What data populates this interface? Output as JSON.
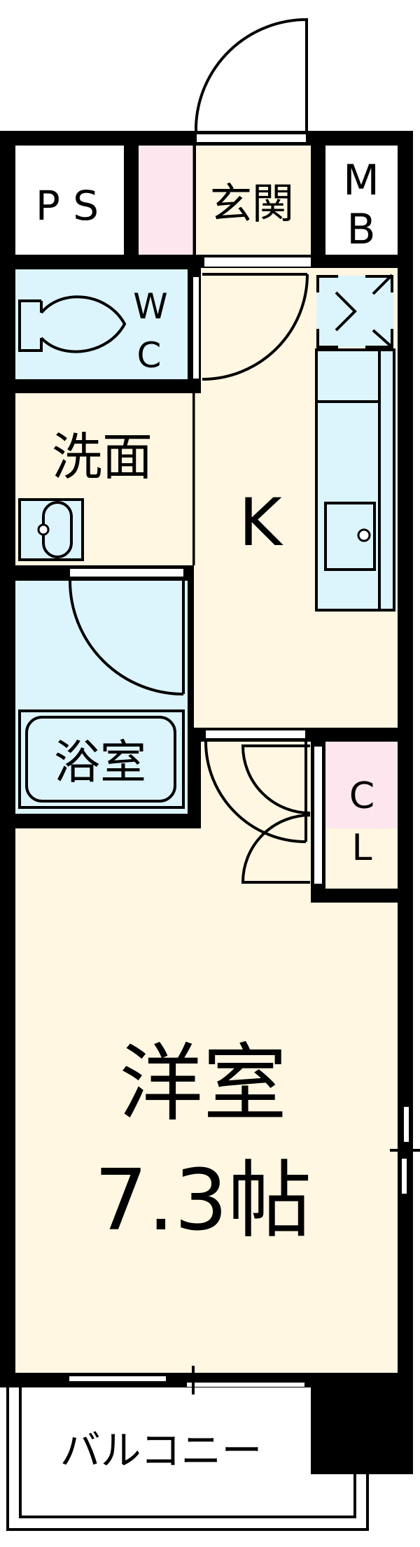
{
  "plan": {
    "type": "1K floor plan",
    "colors": {
      "wall": "#000000",
      "living": "#fff7e1",
      "wet": "#dcf4fc",
      "storage": "#fde6ee",
      "outside": "#ffffff"
    },
    "rooms": {
      "ps": {
        "label": "P S"
      },
      "genkan": {
        "label": "玄関"
      },
      "mb": {
        "label_line1": "M",
        "label_line2": "B"
      },
      "wc": {
        "label_line1": "W",
        "label_line2": "C"
      },
      "washroom": {
        "label": "洗面"
      },
      "kitchen": {
        "label": "K"
      },
      "bath": {
        "label": "浴室"
      },
      "closet": {
        "label_line1": "C",
        "label_line2": "L"
      },
      "western_room": {
        "label": "洋室",
        "size": "7.3帖"
      },
      "balcony": {
        "label": "バルコニー"
      }
    }
  }
}
